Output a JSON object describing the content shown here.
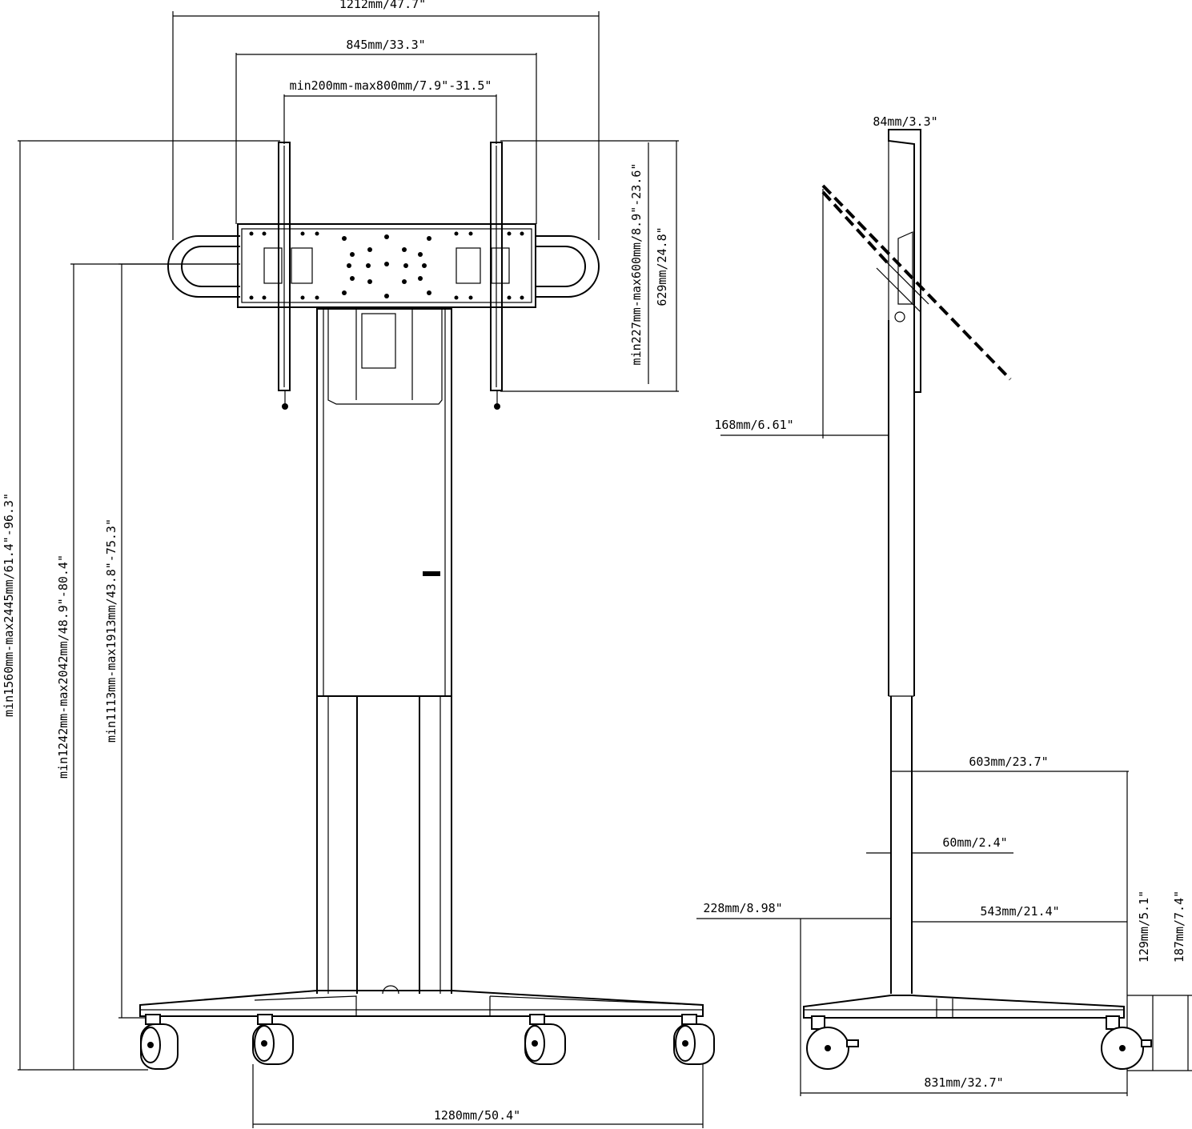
{
  "dimensions": {
    "overall_width": "1212mm/47.7\"",
    "bracket_width": "845mm/33.3\"",
    "vesa_width": "min200mm-max800mm/7.9\"-31.5\"",
    "vesa_height": "min227mm-max600mm/8.9\"-23.6\"",
    "bracket_height": "629mm/24.8\"",
    "overall_height": "min1560mm-max2445mm/61.4\"-96.3\"",
    "bracket_center_height": "min1242mm-max2042mm/48.9\"-80.4\"",
    "bracket_bottom_height": "min1113mm-max1913mm/43.8\"-75.3\"",
    "base_width": "1280mm/50.4\"",
    "side_profile_depth": "84mm/3.3\"",
    "tilt_offset": "168mm/6.61\"",
    "base_front_depth": "603mm/23.7\"",
    "column_depth": "60mm/2.4\"",
    "base_rear_depth": "228mm/8.98\"",
    "base_inner_depth": "543mm/21.4\"",
    "base_height": "129mm/5.1\"",
    "base_total_height": "187mm/7.4\"",
    "base_total_depth": "831mm/32.7\""
  }
}
